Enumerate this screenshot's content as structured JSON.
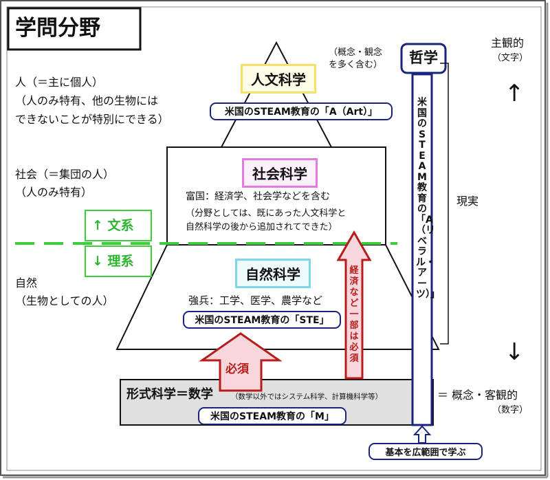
{
  "title": "学問分野",
  "left": {
    "human_line1": "人（＝主に個人）",
    "human_line2": "（人のみ特有、他の生物には",
    "human_line3": "できないことが特別にできる）",
    "society_line1": "社会（＝集団の人）",
    "society_line2": "（人のみ特有）",
    "nature_line1": "自然",
    "nature_line2": "（生物としての人）"
  },
  "pyramid": {
    "humanities": {
      "label": "人文科学",
      "steam_box": "米国のSTEAM教育の「A（Art）」"
    },
    "social": {
      "label": "社会科学",
      "desc1": "富国：経済学、社会学などを含む",
      "desc2": "（分野としては、既にあった人文科学と",
      "desc3": "自然科学の後から追加されてできた）"
    },
    "natural": {
      "label": "自然科学",
      "desc": "強兵：工学、医学、農学など",
      "steam_box": "米国のSTEAM教育の「STE」"
    },
    "formal": {
      "label": "形式科学＝数学",
      "note": "（数学以外ではシステム科学、計算機科学等）",
      "steam_box": "米国のSTEAM教育の「M」"
    }
  },
  "divider": {
    "bunkei": "↑ 文系",
    "rikei": "↓ 理系"
  },
  "arrows": {
    "required": "必須",
    "economy_partial": "経済など一部は必須"
  },
  "philosophy": {
    "label": "哲学",
    "note_line1": "（概念・観念",
    "note_line2": "を多く含む）",
    "vertical": "米国のSTEAM教育の「A（リベラル・アーツ）」",
    "bottom_box": "基本を広範囲で学ぶ"
  },
  "right": {
    "subjective": "主観的",
    "subjective_sub": "（文字）",
    "up_arrow": "↑",
    "reality": "現実",
    "down_arrow": "↓",
    "objective": "＝ 概念・客観的",
    "objective_sub": "（数字）"
  },
  "colors": {
    "humanities_border": "#f4e16a",
    "humanities_bg": "#fffde8",
    "social_border": "#e27ae0",
    "social_bg": "#fdf0fd",
    "natural_border": "#7ed6e8",
    "natural_bg": "#eefbfd",
    "steam_blue": "#1a237e",
    "divider_green": "#3ccc3c",
    "arrow_red": "#b71c1c",
    "arrow_pink": "#f8d7dc",
    "formal_gray": "#e0e0e0"
  }
}
